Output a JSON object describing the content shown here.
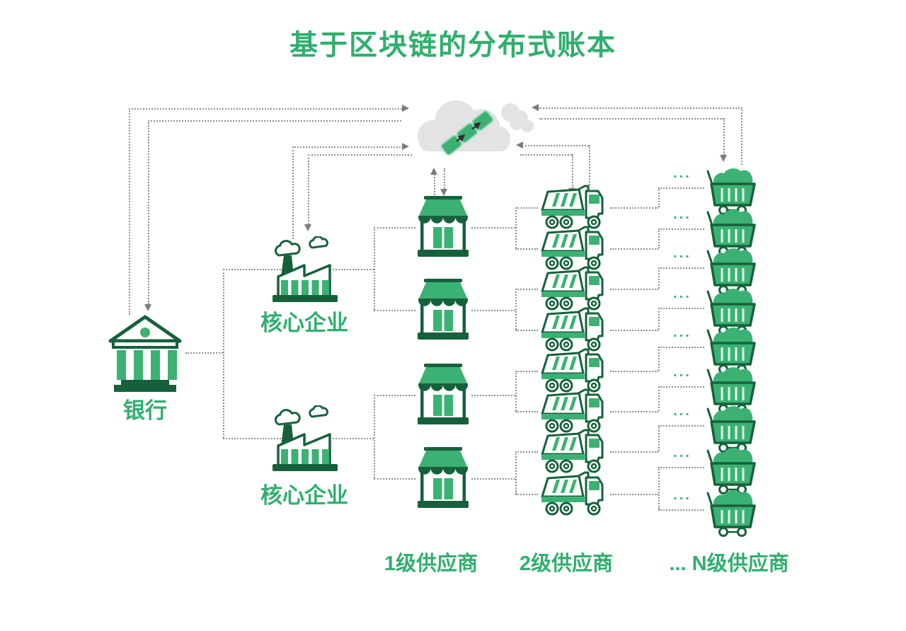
{
  "title": "基于区块链的分布式账本",
  "colors": {
    "text_green": "#2FAF6E",
    "icon_green": "#3BB273",
    "icon_dark_green": "#16613C",
    "cloud_gray": "#E3E3E3",
    "line_gray": "#8D8D8D"
  },
  "cloud": {
    "name": "blockchain-cloud",
    "chain_icon": "chain-link-icon"
  },
  "bank": {
    "label": "银行"
  },
  "core_enterprises": [
    {
      "label": "核心企业"
    },
    {
      "label": "核心企业"
    }
  ],
  "tiers": {
    "tier1": {
      "label": "1级供应商",
      "count": 4
    },
    "tier2": {
      "label": "2级供应商",
      "count": 8
    },
    "tierN": {
      "label": "... N级供应商",
      "count": 9,
      "ellipsis": "..."
    }
  }
}
